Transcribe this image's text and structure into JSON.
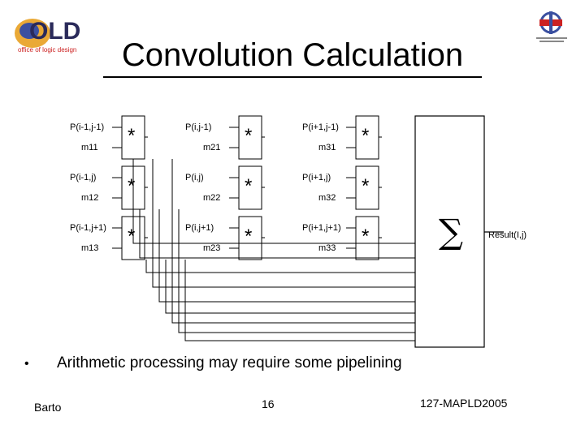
{
  "logo": {
    "name": "OLD",
    "tagline": "office of logic design"
  },
  "title": "Convolution Calculation",
  "inputs": [
    {
      "pixel": "P(i-1,j-1)",
      "weight": "m11"
    },
    {
      "pixel": "P(i-1,j)",
      "weight": "m12"
    },
    {
      "pixel": "P(i-1,j+1)",
      "weight": "m13"
    },
    {
      "pixel": "P(i,j-1)",
      "weight": "m21"
    },
    {
      "pixel": "P(i,j)",
      "weight": "m22"
    },
    {
      "pixel": "P(i,j+1)",
      "weight": "m23"
    },
    {
      "pixel": "P(i+1,j-1)",
      "weight": "m31"
    },
    {
      "pixel": "P(i+1,j)",
      "weight": "m32"
    },
    {
      "pixel": "P(i+1,j+1)",
      "weight": "m33"
    }
  ],
  "multiply_symbol": "*",
  "sum_symbol": "∑",
  "output_label": "Result(I,j)",
  "bullet": "Arithmetic processing may require some pipelining",
  "footer": {
    "author": "Barto",
    "page": "16",
    "ref": "127-MAPLD2005"
  }
}
